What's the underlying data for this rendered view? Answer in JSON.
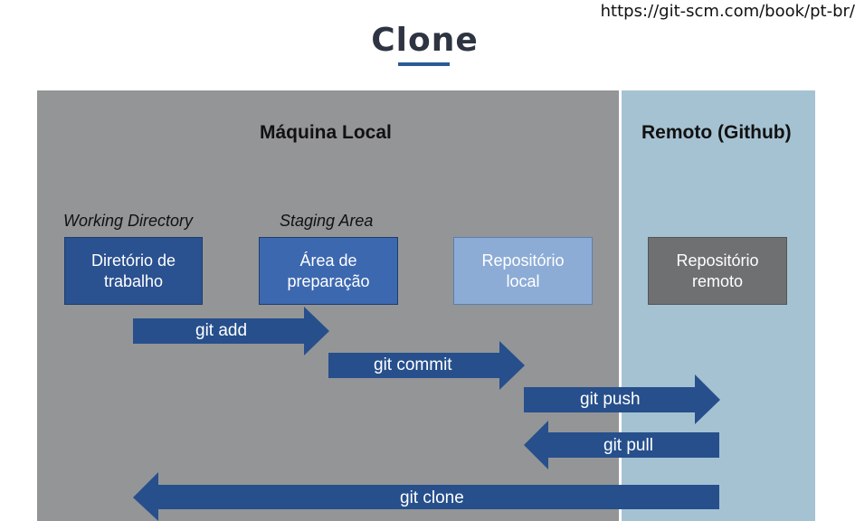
{
  "source_url": "https://git-scm.com/book/pt-br/",
  "title": "Clone",
  "panels": {
    "local_title": "Máquina Local",
    "remote_title": "Remoto (Github)"
  },
  "area_labels": {
    "working": "Working Directory",
    "staging": "Staging Area"
  },
  "boxes": {
    "working_dir": "Diretório de\ntrabalho",
    "staging": "Área de\npreparação",
    "local_repo": "Repositório\nlocal",
    "remote_repo": "Repositório\nremoto"
  },
  "arrows": {
    "add": "git add",
    "commit": "git commit",
    "push": "git push",
    "pull": "git pull",
    "clone": "git clone"
  },
  "colors": {
    "arrow": "#264f8c",
    "box_dark": "#2a5190",
    "box_mid": "#3c68b0",
    "box_light": "#8cacd6",
    "box_remote": "#6f7072",
    "local_bg": "#949597",
    "remote_bg": "#a5c2d2"
  }
}
